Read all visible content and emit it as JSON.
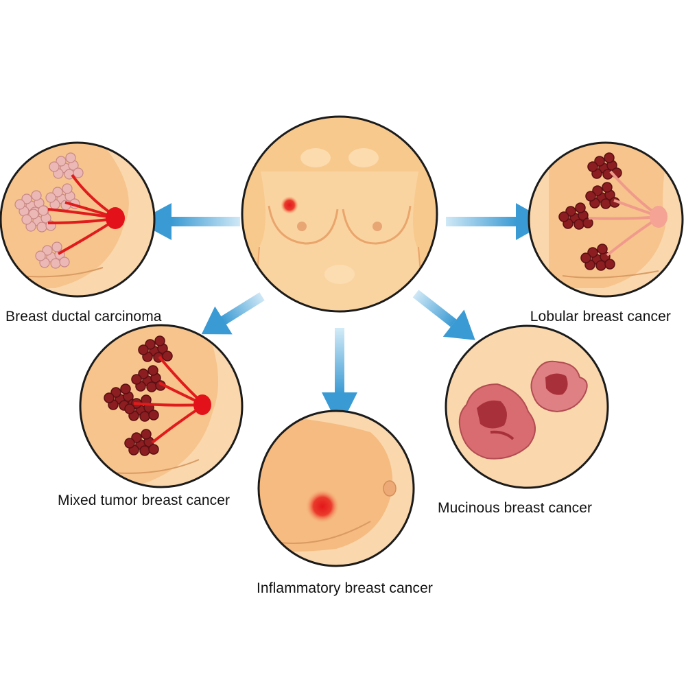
{
  "labels": {
    "ductal": "Breast ductal carcinoma",
    "lobular": "Lobular breast cancer",
    "mixed": "Mixed tumor breast cancer",
    "mucinous": "Mucinous breast cancer",
    "inflammatory": "Inflammatory breast cancer"
  },
  "colors": {
    "skin": "#f8c98f",
    "skin_light": "#fde3bd",
    "arrow": "#3f9fd5",
    "tumor": "#e0201c",
    "lobule_dark": "#8a1f22",
    "lobule_pink": "#e8b3b3",
    "outline": "#1b1b1b"
  }
}
